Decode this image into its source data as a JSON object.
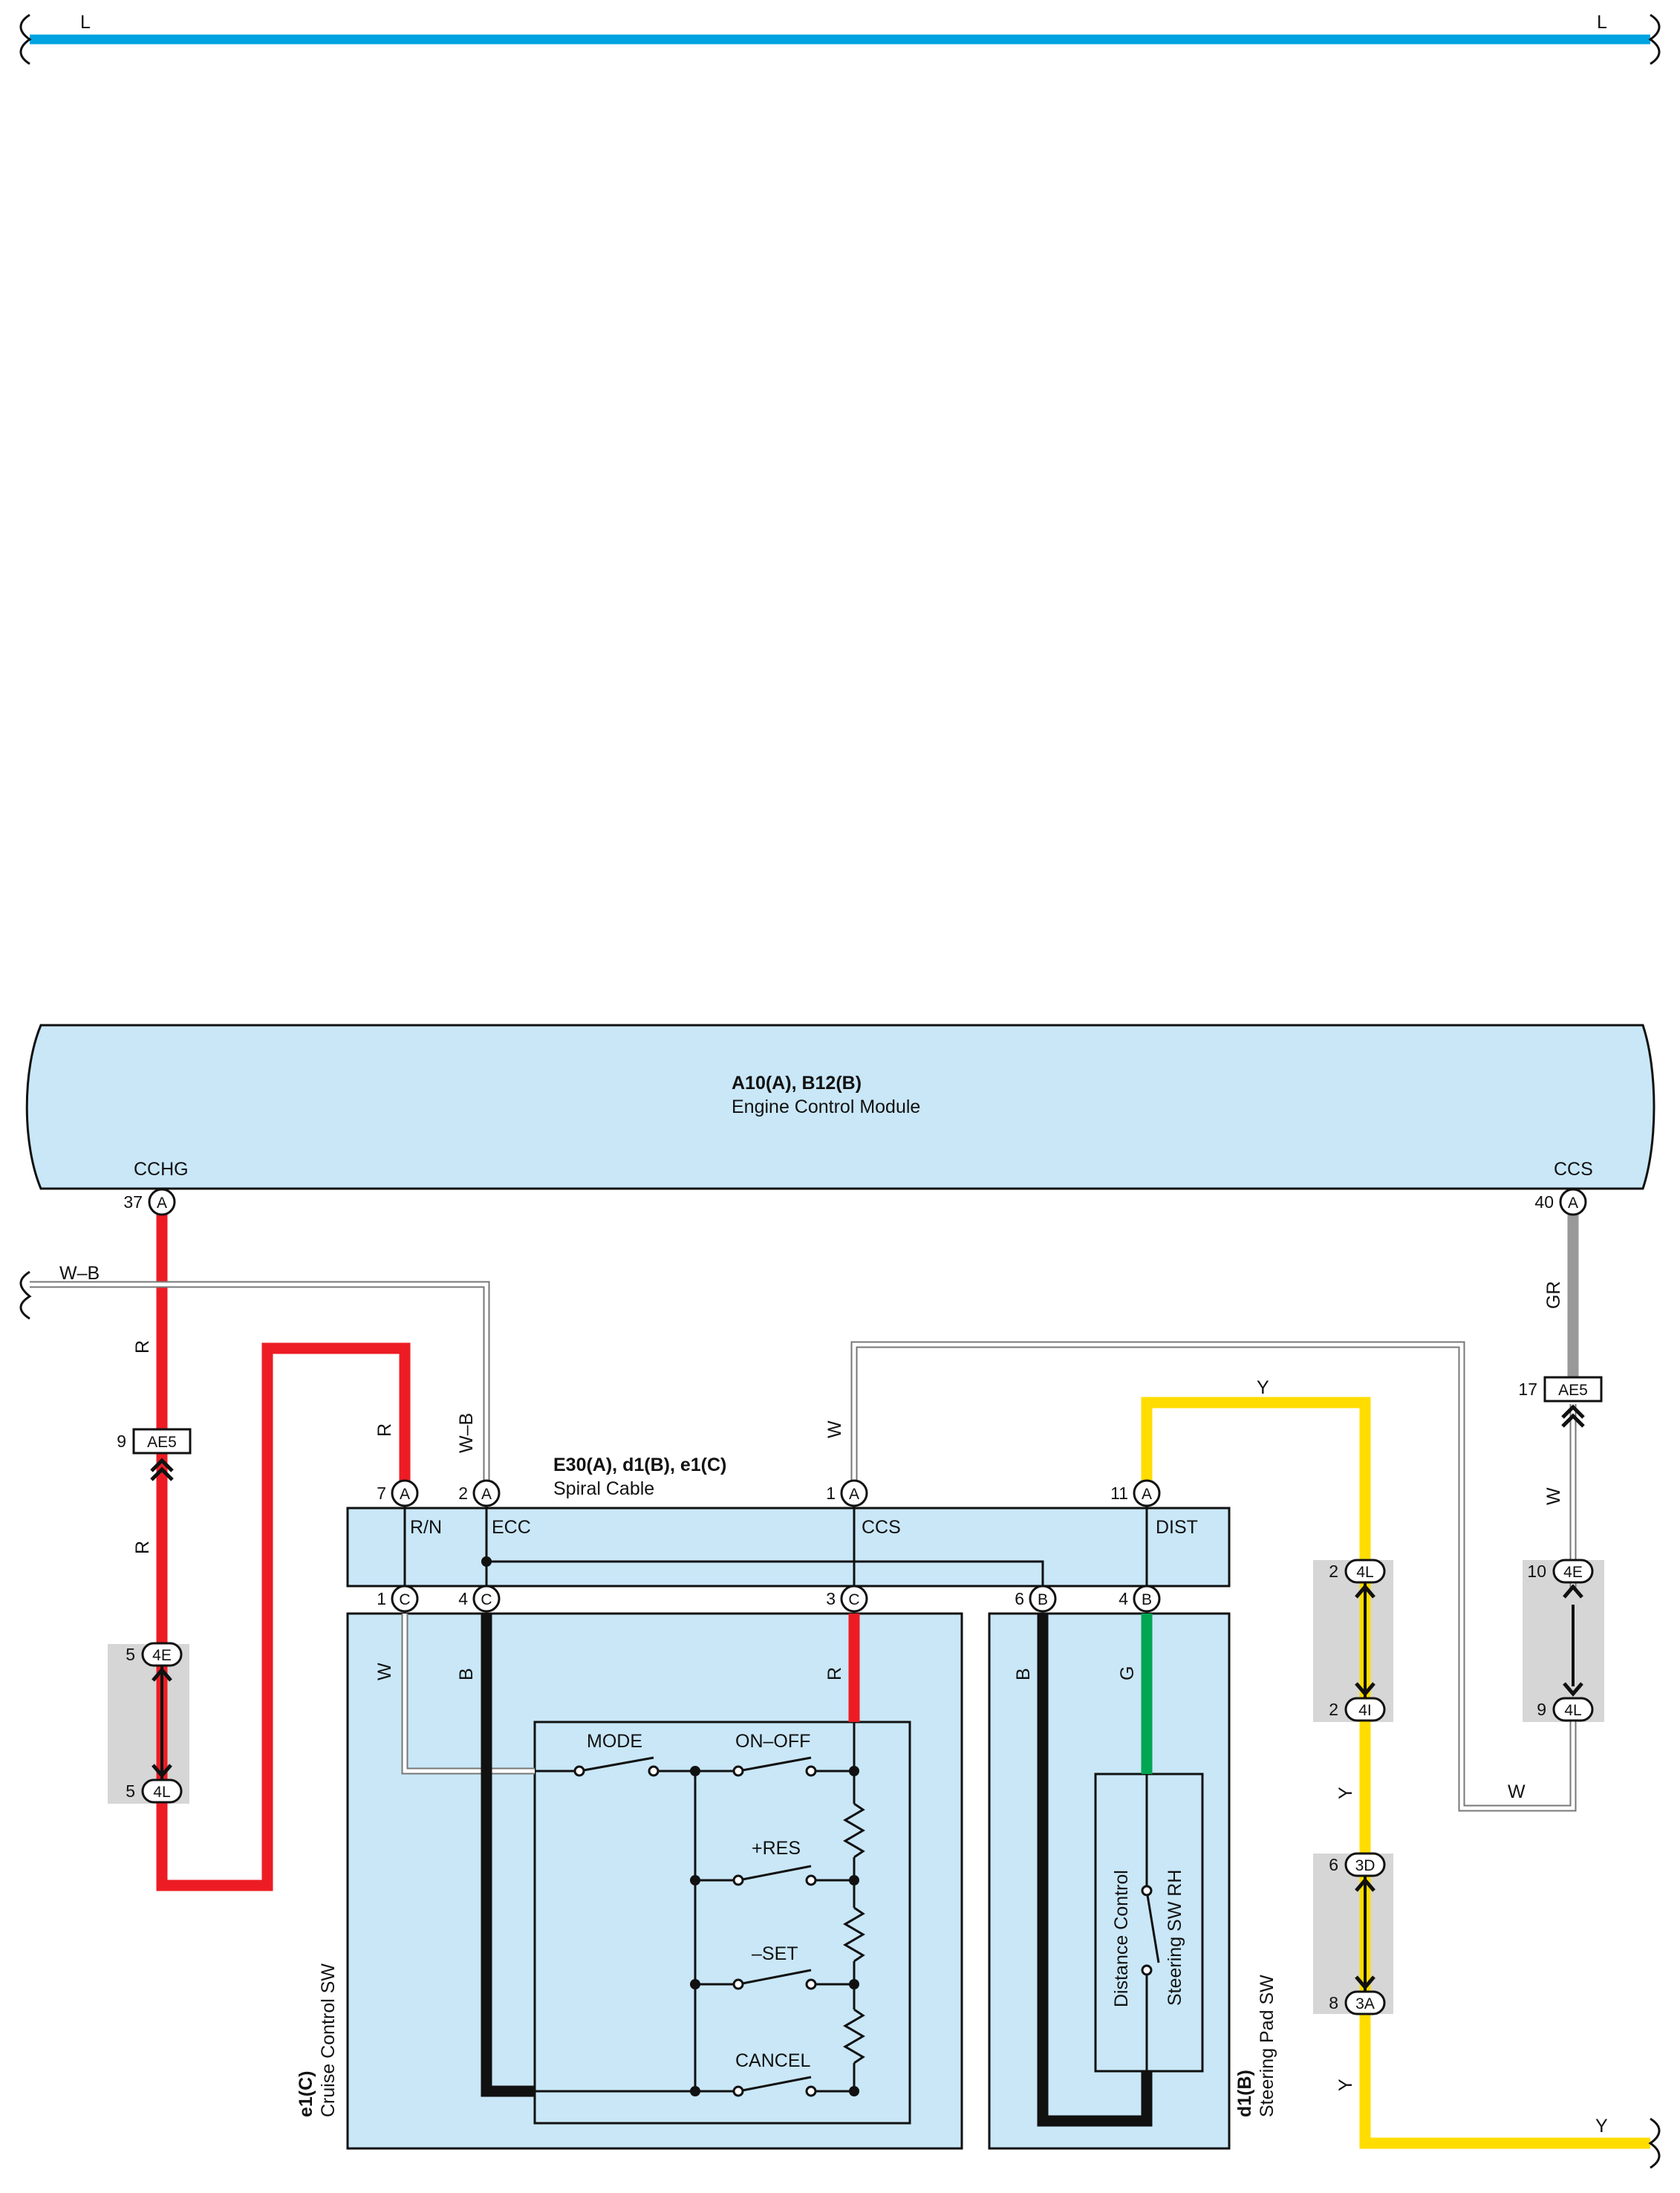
{
  "colors": {
    "panel": "#c9e7f7",
    "wire_L": "#00a3e0",
    "wire_R": "#ed1c24",
    "wire_Y": "#ffdd00",
    "wire_G": "#00a651",
    "wire_GR": "#999999",
    "wire_B": "#111111",
    "junction": "#d6d6d6"
  },
  "top_bus": {
    "left_label": "L",
    "right_label": "L"
  },
  "ecm": {
    "code": "A10(A), B12(B)",
    "name": "Engine Control Module",
    "pin_left": {
      "name": "CCHG",
      "num": "37",
      "conn": "A"
    },
    "pin_right": {
      "name": "CCS",
      "num": "40",
      "conn": "A"
    }
  },
  "wire_labels": {
    "wb_in": "W–B",
    "r1": "R",
    "r2": "R",
    "r3": "R",
    "wb_vert": "W–B",
    "w_ccs": "W",
    "y_top": "Y",
    "gr": "GR",
    "w_right": "W",
    "w_bottom": "W",
    "y_mid": "Y",
    "y_low": "Y",
    "y_bottom": "Y",
    "w_sw": "W",
    "b_sw": "B",
    "r_sw": "R",
    "b_d1": "B",
    "g_d1": "G"
  },
  "ae5_left": {
    "num": "9",
    "code": "AE5"
  },
  "ae5_right": {
    "num": "17",
    "code": "AE5"
  },
  "jn_left": {
    "top_num": "5",
    "top_code": "4E",
    "bot_num": "5",
    "bot_code": "4L"
  },
  "jn_right1": {
    "top_num": "2",
    "top_code": "4L",
    "bot_num": "2",
    "bot_code": "4I"
  },
  "jn_right2": {
    "top_num": "10",
    "top_code": "4E",
    "bot_num": "9",
    "bot_code": "4L"
  },
  "jn_right3": {
    "top_num": "6",
    "top_code": "3D",
    "bot_num": "8",
    "bot_code": "3A"
  },
  "spiral": {
    "code": "E30(A), d1(B), e1(C)",
    "name": "Spiral Cable",
    "top_pins": [
      {
        "num": "7",
        "conn": "A",
        "name": "R/N"
      },
      {
        "num": "2",
        "conn": "A",
        "name": "ECC"
      },
      {
        "num": "1",
        "conn": "A",
        "name": "CCS"
      },
      {
        "num": "11",
        "conn": "A",
        "name": "DIST"
      }
    ],
    "bottom_pins": [
      {
        "num": "1",
        "conn": "C"
      },
      {
        "num": "4",
        "conn": "C"
      },
      {
        "num": "3",
        "conn": "C"
      },
      {
        "num": "6",
        "conn": "B"
      },
      {
        "num": "4",
        "conn": "B"
      }
    ]
  },
  "cruise_sw": {
    "code": "e1(C)",
    "name": "Cruise Control SW",
    "switches": [
      "MODE",
      "ON–OFF",
      "+RES",
      "–SET",
      "CANCEL"
    ]
  },
  "steering_pad": {
    "code": "d1(B)",
    "name": "Steering Pad SW",
    "inner1": "Distance Control",
    "inner2": "Steering SW RH"
  }
}
